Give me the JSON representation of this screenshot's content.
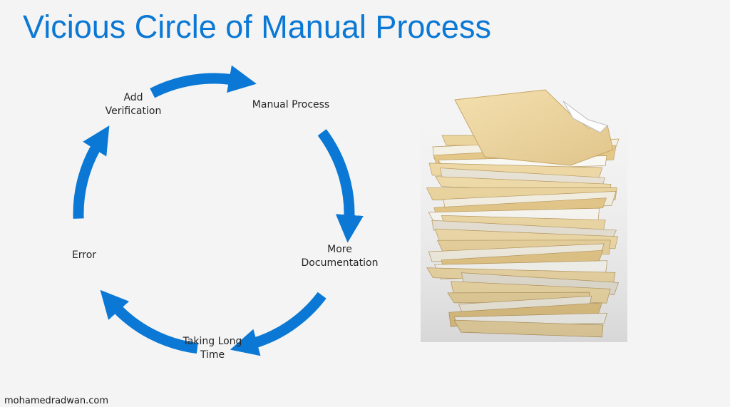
{
  "slide": {
    "title": "Vicious Circle of Manual Process",
    "footer": "mohamedradwan.com"
  },
  "cycle": {
    "arrow_color": "#0a78d4",
    "steps": [
      {
        "label": "Manual Process"
      },
      {
        "label": "More\nDocumentation"
      },
      {
        "label": "Taking Long\nTime"
      },
      {
        "label": "Error"
      },
      {
        "label": "Add\nVerification"
      }
    ]
  },
  "image": {
    "subject": "stack-of-paper-files-icon"
  }
}
